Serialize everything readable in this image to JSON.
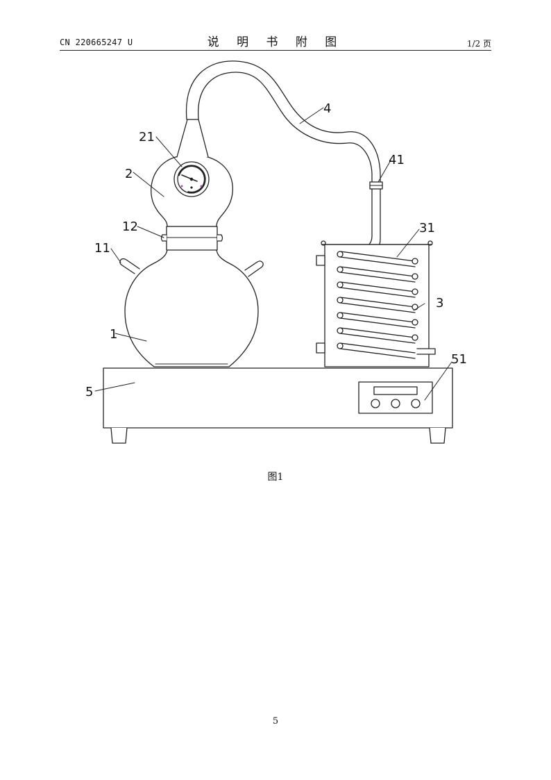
{
  "header": {
    "doc_number": "CN 220665247 U",
    "section_title": "说 明 书 附 图",
    "page_of": "1/2 页"
  },
  "figure": {
    "caption": "图1",
    "labels": {
      "flask": "1",
      "side_handle": "11",
      "clamp_ring": "12",
      "upper_bulb": "2",
      "gauge": "21",
      "condenser_tank": "3",
      "coil": "31",
      "vapor_pipe": "4",
      "pipe_connector": "41",
      "base": "5",
      "control_panel": "51"
    }
  },
  "footer": {
    "page_number": "5"
  }
}
